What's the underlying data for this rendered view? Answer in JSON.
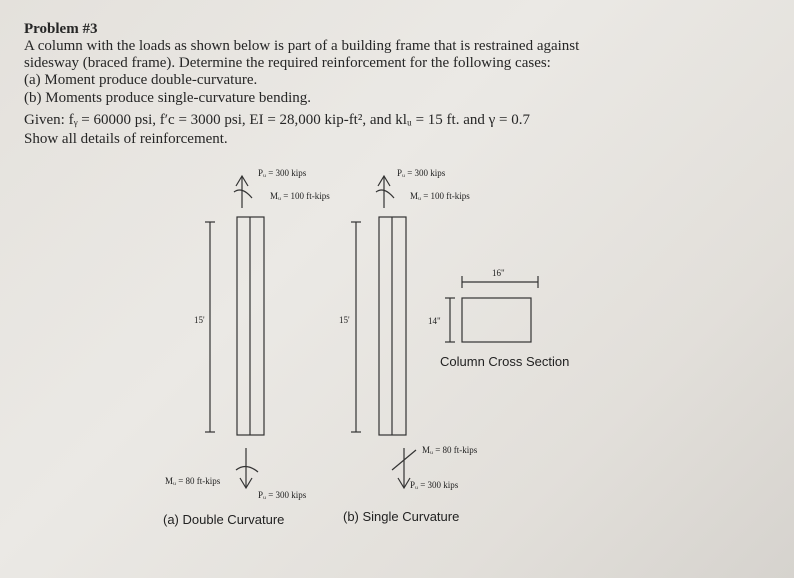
{
  "problem": {
    "title": "Problem #3",
    "lines": [
      "A column with the loads as shown below is part of a building frame that is restrained against",
      "sidesway (braced frame).  Determine the required reinforcement for the following cases:",
      "(a) Moment produce double-curvature.",
      "(b) Moments produce single-curvature bending."
    ],
    "given_line": "Given: fᵧ = 60000 psi, f′c = 3000 psi, EI = 28,000 kip-ft², and klᵤ = 15 ft. and γ = 0.7",
    "show_line": "Show all details of reinforcement."
  },
  "figure": {
    "case_a": {
      "top_axial": "Pᵤ = 300 kips",
      "top_moment": "Mᵤ = 100 ft-kips",
      "height": "15'",
      "bottom_moment": "Mᵤ = 80 ft-kips",
      "bottom_axial": "Pᵤ = 300 kips",
      "caption": "(a) Double Curvature"
    },
    "case_b": {
      "top_axial": "Pᵤ = 300 kips",
      "top_moment": "Mᵤ = 100 ft-kips",
      "height": "15'",
      "bottom_moment": "Mᵤ = 80 ft-kips",
      "bottom_axial": "Pᵤ = 300 kips",
      "caption": "(b) Single Curvature"
    },
    "section": {
      "width": "16\"",
      "depth": "14\"",
      "caption": "Column Cross Section"
    }
  }
}
